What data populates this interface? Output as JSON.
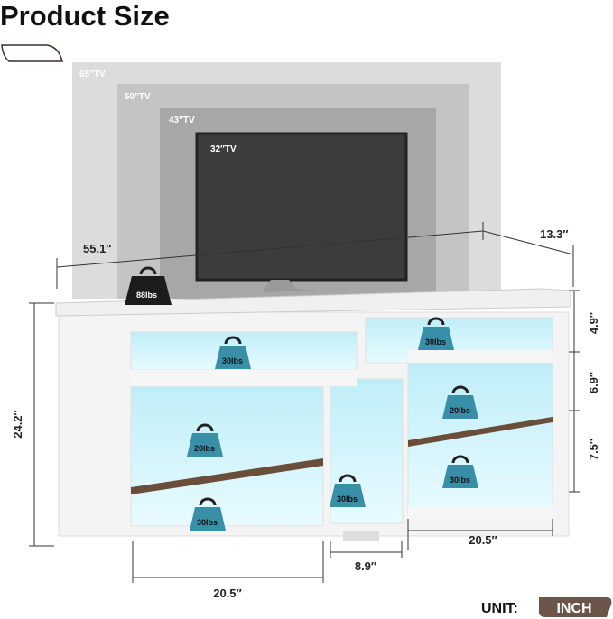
{
  "title": "Product Size",
  "tv_sizes": [
    "65″TV",
    "50″TV",
    "43″TV",
    "32″TV"
  ],
  "dimensions": {
    "width": "55.1″",
    "depth": "13.3″",
    "height": "24.2″",
    "top_shelf": "4.9″",
    "mid_shelf": "6.9″",
    "low_shelf": "7.5″",
    "left_width": "20.5″",
    "center_width": "8.9″",
    "right_width": "20.5″"
  },
  "weights": {
    "top": "88lbs",
    "left_upper": "30lbs",
    "right_upper": "30lbs",
    "left_shelf": "20lbs",
    "right_shelf": "20lbs",
    "left_bottom": "30lbs",
    "center": "30lbs",
    "right_bottom": "30lbs"
  },
  "unit": {
    "label": "UNIT:",
    "value": "INCH"
  },
  "colors": {
    "accent": "#6b5448",
    "led": "#7fd8ee",
    "weight": "#3a8fa8"
  }
}
